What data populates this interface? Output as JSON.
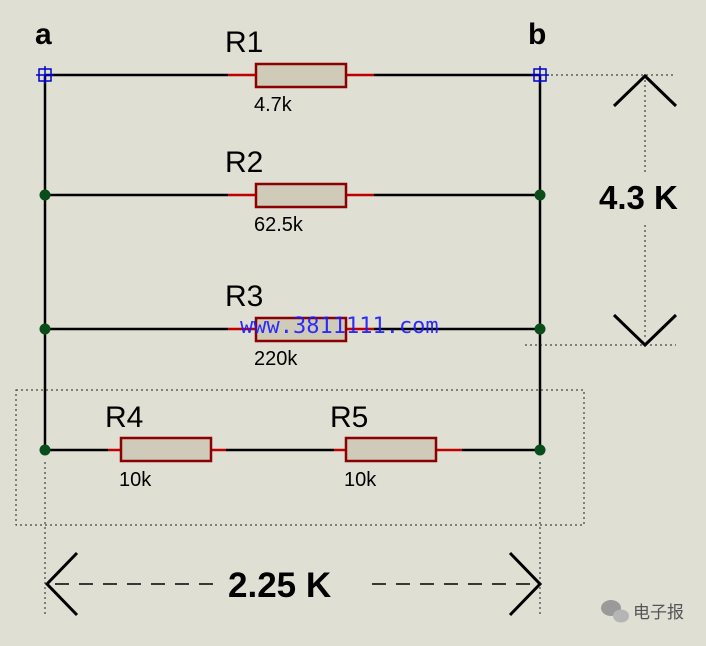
{
  "nodes": {
    "a": "a",
    "b": "b"
  },
  "resistors": {
    "r1": {
      "name": "R1",
      "value": "4.7k"
    },
    "r2": {
      "name": "R2",
      "value": "62.5k"
    },
    "r3": {
      "name": "R3",
      "value": "220k"
    },
    "r4": {
      "name": "R4",
      "value": "10k"
    },
    "r5": {
      "name": "R5",
      "value": "10k"
    }
  },
  "annotations": {
    "vertical": "4.3 K",
    "horizontal": "2.25 K"
  },
  "watermark": {
    "url": "www.3811111.com",
    "logo_text": "电子报"
  },
  "colors": {
    "background": "#dfdfd3",
    "wire": "#000000",
    "resistor_body": "#cfcbb8",
    "resistor_outline": "#8b0000",
    "lead": "#c00000",
    "junction": "#0b4d1a",
    "terminal": "#0000cc",
    "watermark_text": "#1a1aff"
  }
}
